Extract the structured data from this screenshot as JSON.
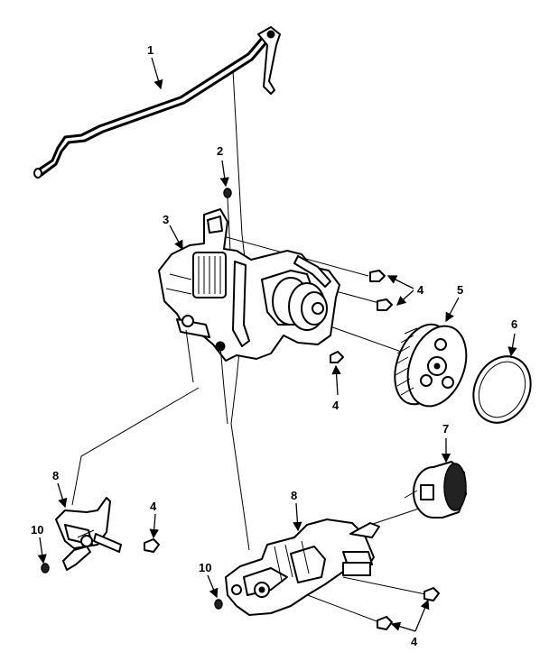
{
  "callouts": {
    "c1": "1",
    "c2": "2",
    "c3": "3",
    "c4a": "4",
    "c4b": "4",
    "c4c": "4",
    "c4d": "4",
    "c5": "5",
    "c6": "6",
    "c7": "7",
    "c8a": "8",
    "c8b": "8",
    "c10a": "10",
    "c10b": "10"
  },
  "colors": {
    "ink": "#000000",
    "paper": "#ffffff"
  }
}
